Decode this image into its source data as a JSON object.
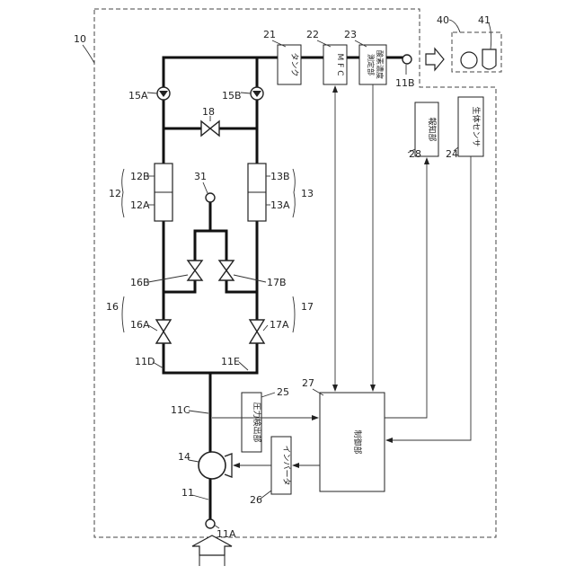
{
  "refs": {
    "r10": "10",
    "r11": "11",
    "r11A": "11A",
    "r11B": "11B",
    "r11C": "11C",
    "r11D": "11D",
    "r11E": "11E",
    "r12": "12",
    "r12A": "12A",
    "r12B": "12B",
    "r13": "13",
    "r13A": "13A",
    "r13B": "13B",
    "r14": "14",
    "r15A": "15A",
    "r15B": "15B",
    "r16": "16",
    "r16A": "16A",
    "r16B": "16B",
    "r17": "17",
    "r17A": "17A",
    "r17B": "17B",
    "r18": "18",
    "r21": "21",
    "r22": "22",
    "r23": "23",
    "r24": "24",
    "r25": "25",
    "r26": "26",
    "r27": "27",
    "r28": "28",
    "r31": "31",
    "r40": "40",
    "r41": "41"
  },
  "blocks": {
    "tank": "タンク",
    "mfc": "M F C",
    "oxygen_meter_line1": "酸素濃度",
    "oxygen_meter_line2": "測定部",
    "notify": "報知部",
    "bio_sensor": "生体センサ",
    "pressure": "圧力検出部",
    "inverter": "インバータ",
    "controller": "制御部"
  }
}
